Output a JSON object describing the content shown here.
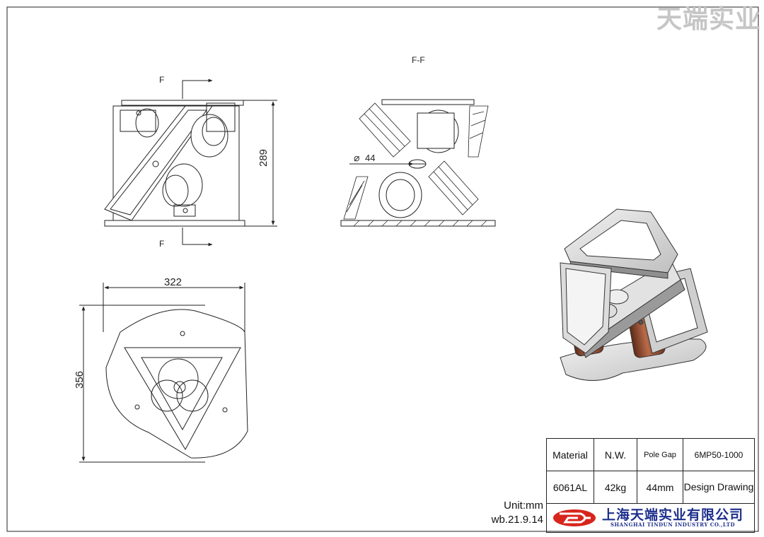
{
  "watermark": "天端实业",
  "section_title": "F-F",
  "section_marks": {
    "top": "F",
    "bottom": "F"
  },
  "dimensions": {
    "height": "289",
    "width": "322",
    "depth": "356",
    "pole_diameter": "44"
  },
  "title_block": {
    "headers": {
      "material": "Material",
      "weight": "N.W.",
      "pole_gap": "Pole Gap",
      "model": "6MP50-1000"
    },
    "values": {
      "material": "6061AL",
      "weight": "42kg",
      "pole_gap": "44mm",
      "stage": "Design Drawing"
    },
    "unit": "Unit:mm",
    "version": "wb.21.9.14"
  },
  "company": {
    "name_cn": "上海天端实业有限公司",
    "name_en": "SHANGHAI TINDUN INDUSTRY CO.,LTD"
  },
  "colors": {
    "line": "#222222",
    "logo_red": "#d8251c",
    "logo_blue": "#1d2f8c",
    "magnet": "#8b4a30",
    "frame_3d": "#d9d9d9"
  }
}
